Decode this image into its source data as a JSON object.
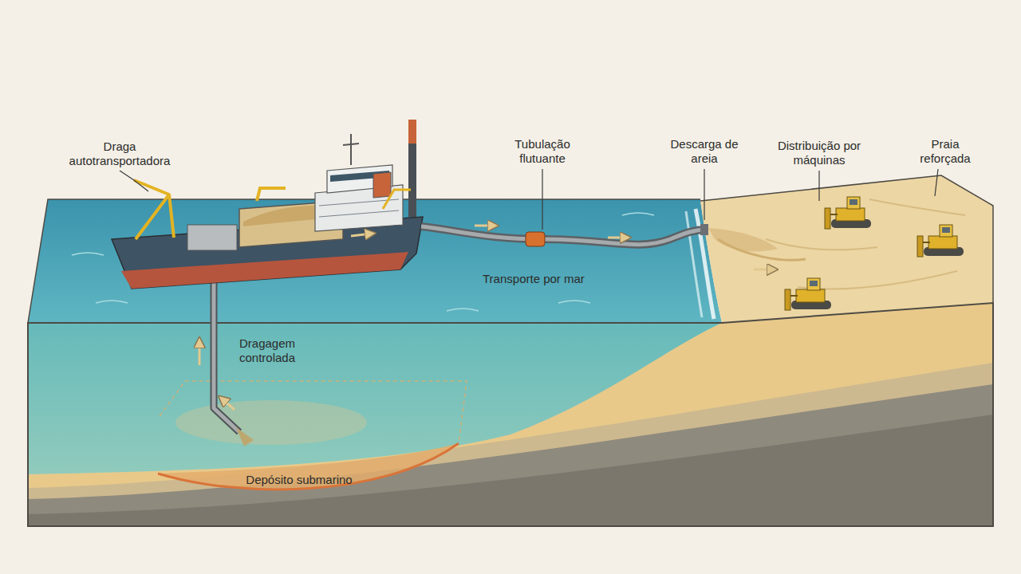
{
  "diagram": {
    "labels": [
      "Draga autotransportadora",
      "Tubulação flutuante",
      "Descarga de areia",
      "Distribuição por máquinas",
      "Praia reforçada",
      "Transporte por mar",
      "Dragagem controlada",
      "Depósito submarino"
    ]
  }
}
